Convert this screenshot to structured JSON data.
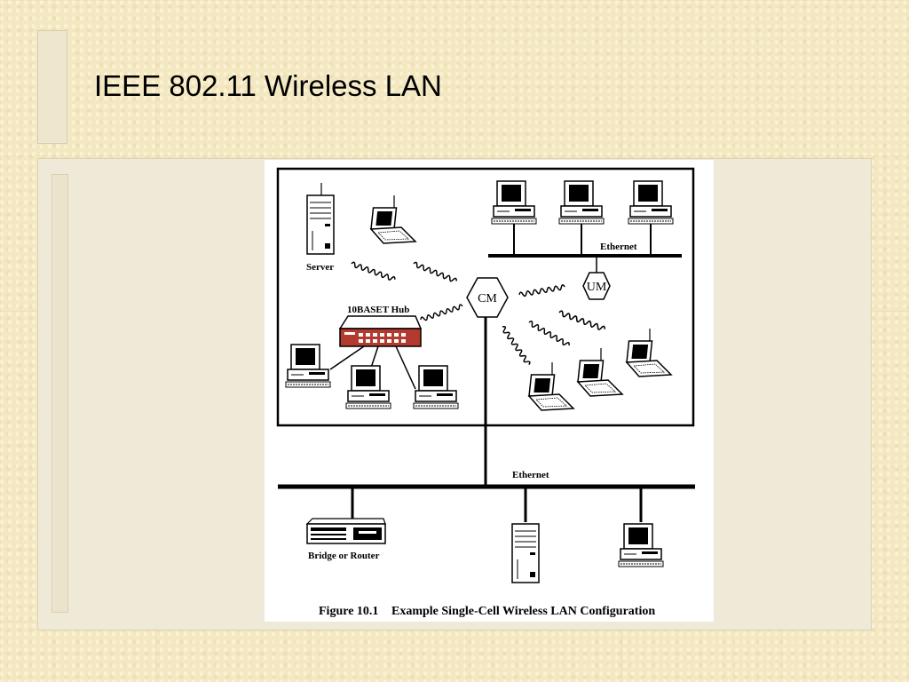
{
  "slide": {
    "title": "IEEE 802.11 Wireless LAN"
  },
  "diagram": {
    "labels": {
      "server": "Server",
      "hub": "10BASET Hub",
      "ethernet_top": "Ethernet",
      "ethernet_bottom": "Ethernet",
      "bridge_router": "Bridge or Router",
      "cm": "CM",
      "um": "UM"
    },
    "caption": {
      "number": "Figure 10.1",
      "text": "Example Single-Cell Wireless LAN Configuration"
    }
  }
}
